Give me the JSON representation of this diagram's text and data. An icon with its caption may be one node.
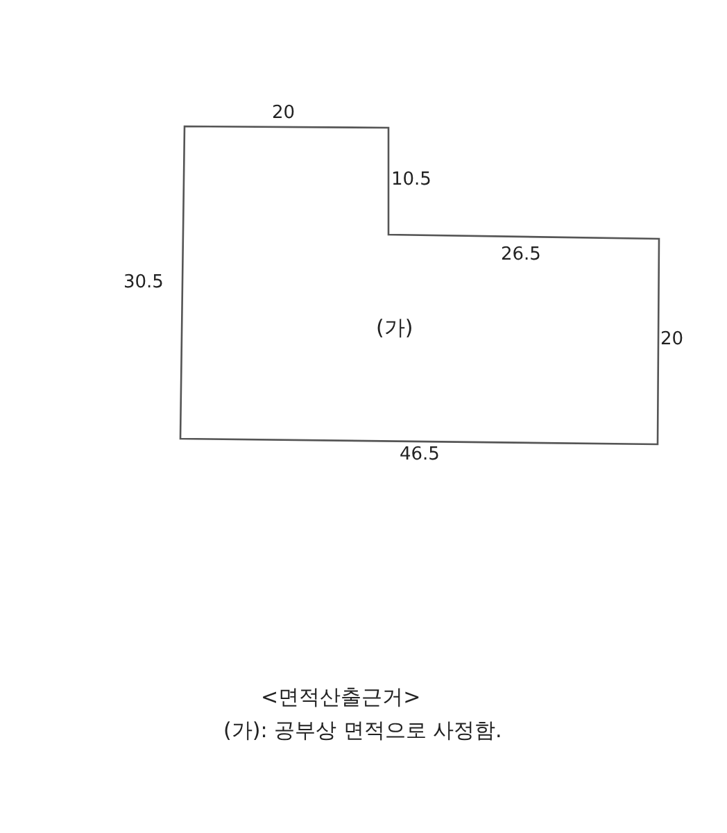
{
  "diagram": {
    "nodes": [
      {
        "text": [
          "(가)"
        ]
      }
    ],
    "labels": [
      "20",
      "10.5",
      "30.5",
      "26.5",
      "20",
      "46.5",
      "<면적산출근거>",
      "(가): 공부상 면적으로 사정함."
    ]
  }
}
